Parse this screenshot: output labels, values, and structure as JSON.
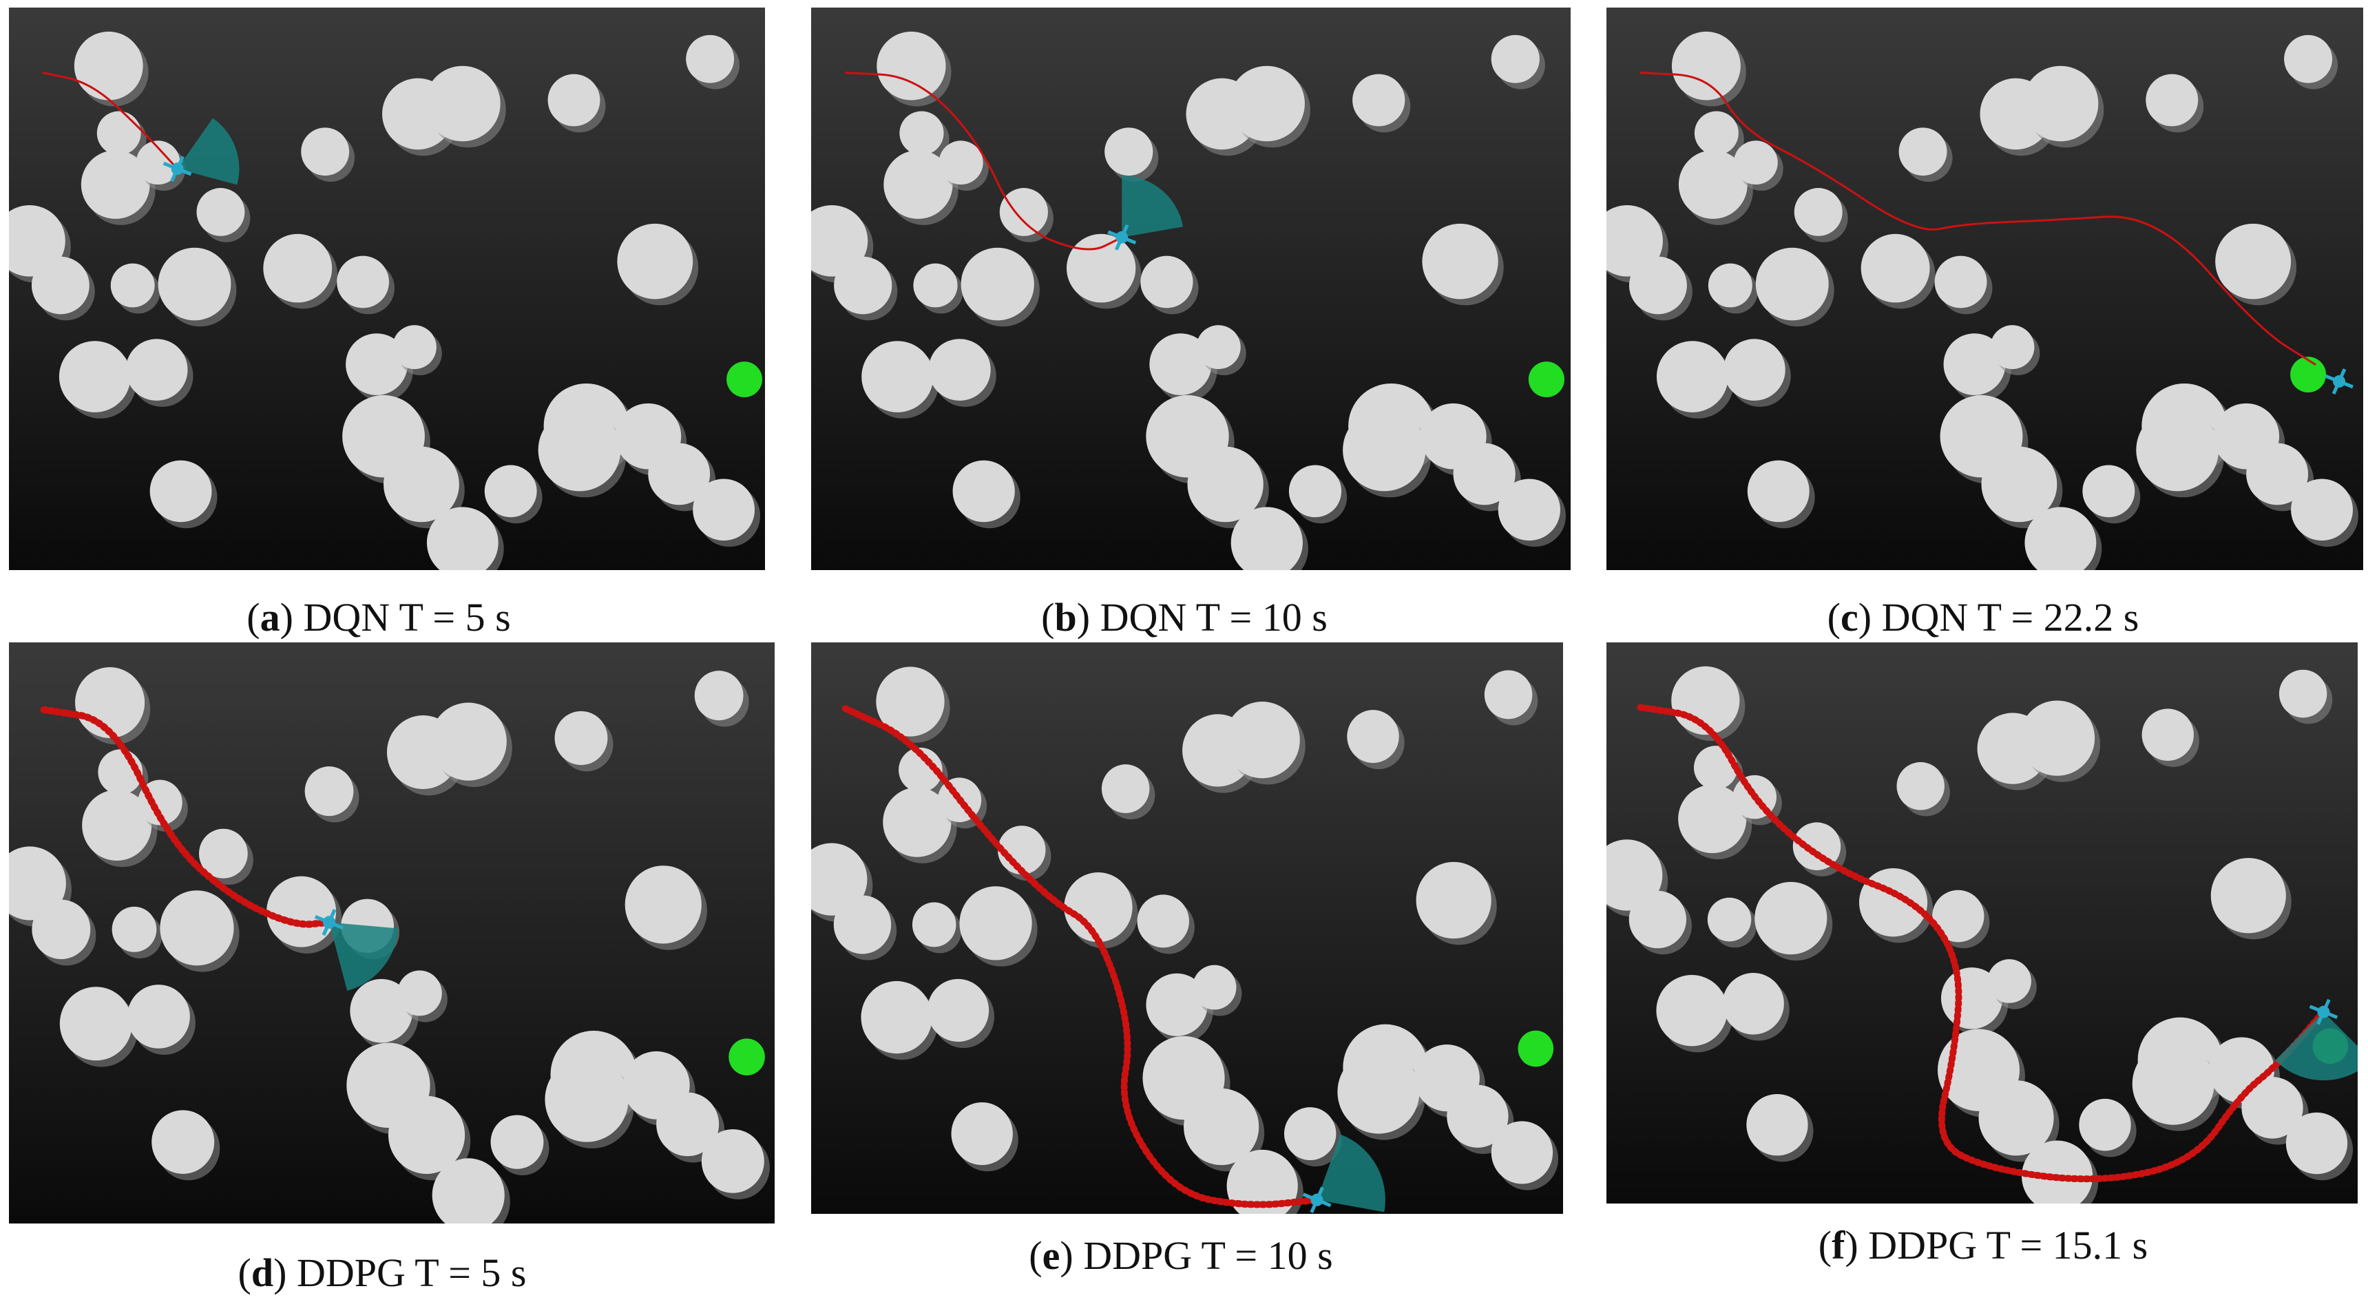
{
  "figure": {
    "panels": [
      {
        "id": "a",
        "method": "DQN",
        "time": "T = 5 s",
        "trail": "thin-line",
        "agent_state": "navigating"
      },
      {
        "id": "b",
        "method": "DQN",
        "time": "T = 10 s",
        "trail": "thin-line",
        "agent_state": "navigating"
      },
      {
        "id": "c",
        "method": "DQN",
        "time": "T = 22.2 s",
        "trail": "thin-line",
        "agent_state": "reached-goal"
      },
      {
        "id": "d",
        "method": "DDPG",
        "time": "T = 5 s",
        "trail": "arrow-chain",
        "agent_state": "navigating"
      },
      {
        "id": "e",
        "method": "DDPG",
        "time": "T = 10 s",
        "trail": "arrow-chain",
        "agent_state": "navigating"
      },
      {
        "id": "f",
        "method": "DDPG",
        "time": "T = 15.1 s",
        "trail": "arrow-chain",
        "agent_state": "reached-goal"
      }
    ],
    "colors": {
      "background_top": "#3a3a3a",
      "background_bottom": "#0a0a0a",
      "obstacle": "#d9d9d9",
      "obstacle_shadow": "#8a8a8a",
      "goal": "#22dd22",
      "trail": "#cc1111",
      "agent": "#29a9c9",
      "sensor": "#17807e"
    }
  },
  "captions": {
    "a": {
      "letter": "a",
      "text": " DQN T = 5 s"
    },
    "b": {
      "letter": "b",
      "text": " DQN T = 10 s"
    },
    "c": {
      "letter": "c",
      "text": " DQN T = 22.2 s"
    },
    "d": {
      "letter": "d",
      "text": " DDPG T = 5 s"
    },
    "e": {
      "letter": "e",
      "text": " DDPG T = 10 s"
    },
    "f": {
      "letter": "f",
      "text": " DDPG T = 15.1 s"
    }
  }
}
